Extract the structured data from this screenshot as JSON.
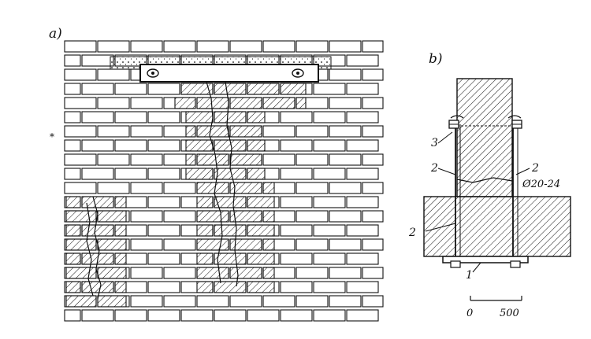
{
  "left_panel": {
    "label": "a)"
  },
  "right_panel": {
    "label": "b)",
    "callouts": {
      "c1": "1",
      "c2a": "2",
      "c2b": "2",
      "c2c": "2",
      "c3": "3"
    },
    "rod_diameter": "Ø20-24",
    "scale": {
      "zero": "0",
      "end": "500"
    }
  },
  "colors": {
    "ink": "#111111",
    "background": "#ffffff"
  }
}
